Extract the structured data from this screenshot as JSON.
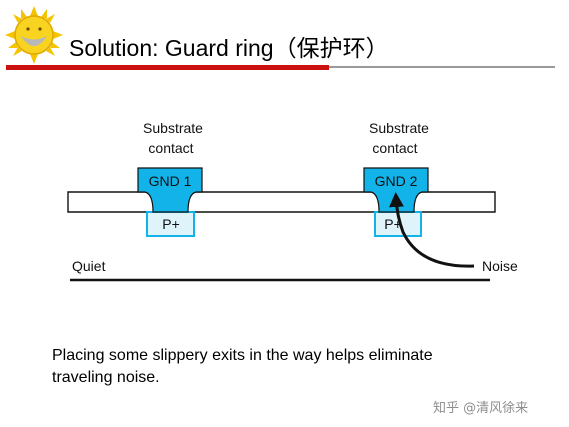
{
  "title": "Solution: Guard ring（保护环）",
  "diagram": {
    "substrate_label_line1": "Substrate",
    "substrate_label_line2": "contact",
    "gnd1": "GND 1",
    "gnd2": "GND 2",
    "p_plus": "P+",
    "quiet": "Quiet",
    "noise": "Noise"
  },
  "caption": {
    "line1": "Placing some slippery exits in the way helps eliminate",
    "line2": "traveling noise."
  },
  "watermark": "知乎 @清风徐来",
  "colors": {
    "accent_red": "#cc1111",
    "cyan_fill": "#12b3e8",
    "light_blue_fill": "#dff3fb",
    "divider_gray": "#9a9a9a"
  }
}
